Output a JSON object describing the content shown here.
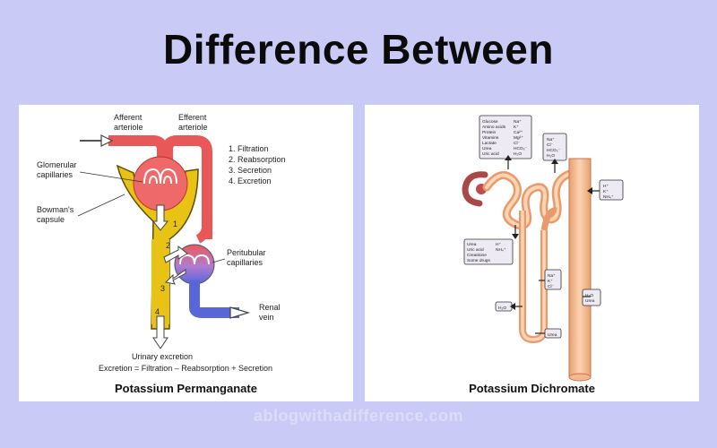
{
  "header": {
    "title": "Difference Between"
  },
  "left_panel": {
    "caption": "Potassium Permanganate",
    "labels": {
      "afferent_1": "Afferent",
      "afferent_2": "arteriole",
      "efferent_1": "Efferent",
      "efferent_2": "arteriole",
      "glomerular_1": "Glomerular",
      "glomerular_2": "capillaries",
      "bowmans_1": "Bowman's",
      "bowmans_2": "capsule",
      "peritubular_1": "Peritubular",
      "peritubular_2": "capillaries",
      "renal_1": "Renal",
      "renal_2": "vein",
      "urinary": "Urinary excretion",
      "equation": "Excretion = Filtration – Reabsorption + Secretion"
    },
    "steps": [
      "1. Filtration",
      "2. Reabsorption",
      "3. Secretion",
      "4. Excretion"
    ],
    "step_numbers": [
      "1",
      "2",
      "3",
      "4"
    ]
  },
  "right_panel": {
    "caption": "Potassium Dichromate",
    "boxes": {
      "reabsorbed_left": [
        "Glucose",
        "Amino acids",
        "Protein",
        "Vitamins",
        "Lactate",
        "Urea",
        "Uric acid"
      ],
      "reabsorbed_right": [
        "Na⁺",
        "K⁺",
        "Ca²⁺",
        "Mg²⁺",
        "Cl⁻",
        "HCO₃⁻",
        "H₂O"
      ],
      "ions_top": [
        "Na⁺",
        "Cl⁻",
        "HCO₃⁻",
        "H₂O"
      ],
      "secreted_ions": [
        "H⁺",
        "K⁺",
        "NH₄⁺"
      ],
      "secreted_left": [
        "Urea",
        "Uric acid",
        "Creatinine",
        "Some drugs"
      ],
      "secreted_right": [
        "H⁺",
        "NH₄⁺"
      ],
      "loop_ions": [
        "Na⁺",
        "K⁺",
        "Cl⁻"
      ],
      "water_left": "H₂O",
      "urea_bottom": "Urea",
      "duct_right": [
        "H₂O",
        "Urea"
      ]
    }
  },
  "footer": {
    "watermark": "ablogwithadifference.com"
  }
}
